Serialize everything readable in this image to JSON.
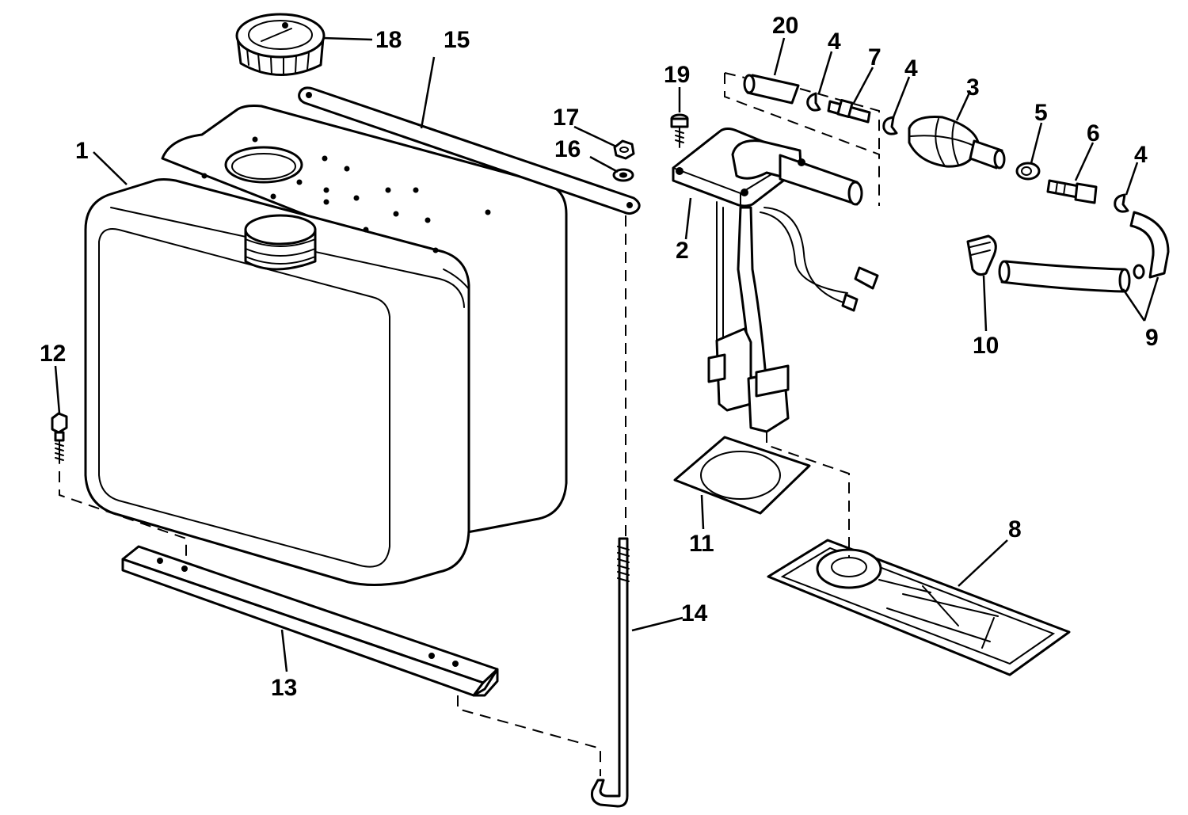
{
  "diagram": {
    "callouts": [
      {
        "id": "tank",
        "label": "1"
      },
      {
        "id": "fuel-pickup",
        "label": "2"
      },
      {
        "id": "primer-bulb",
        "label": "3"
      },
      {
        "id": "clamp-a",
        "label": "4"
      },
      {
        "id": "clamp-b",
        "label": "4"
      },
      {
        "id": "clamp-c",
        "label": "4"
      },
      {
        "id": "clamp-5",
        "label": "5"
      },
      {
        "id": "connector",
        "label": "6"
      },
      {
        "id": "fitting",
        "label": "7"
      },
      {
        "id": "tray",
        "label": "8"
      },
      {
        "id": "hose",
        "label": "9"
      },
      {
        "id": "clip",
        "label": "10"
      },
      {
        "id": "gasket",
        "label": "11"
      },
      {
        "id": "screw-12",
        "label": "12"
      },
      {
        "id": "bracket-13",
        "label": "13"
      },
      {
        "id": "rod-14",
        "label": "14"
      },
      {
        "id": "strap-15",
        "label": "15"
      },
      {
        "id": "washer-16",
        "label": "16"
      },
      {
        "id": "nut-17",
        "label": "17"
      },
      {
        "id": "cap-18",
        "label": "18"
      },
      {
        "id": "screw-19",
        "label": "19"
      },
      {
        "id": "sleeve-20",
        "label": "20"
      }
    ]
  }
}
